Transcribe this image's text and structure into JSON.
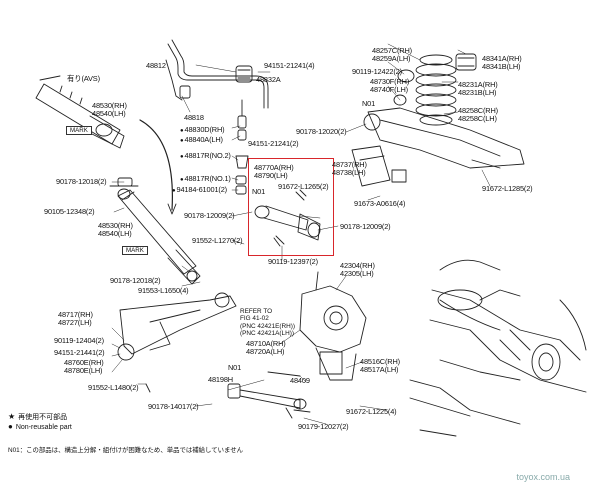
{
  "labels": {
    "p48812": "48812",
    "p48832a": "48832A",
    "p48818": "48818",
    "p94151_21241_4": "94151-21241(4)",
    "avs_note": "有り(AVS)",
    "p48530": "48530(RH)\n48540(LH)",
    "p48830d": "48830D(RH)",
    "p48840a": "48840A(LH)",
    "p94151_21241_2": "94151-21241(2)",
    "p48817r_no2": "48817R(NO.2)",
    "p48817r_no1": "48817R(NO.1)",
    "p94184": "94184-61001(2)",
    "p90178_12018_2a": "90178-12018(2)",
    "p90105": "90105-12348(2)",
    "p48530b": "48530(RH)\n48540(LH)",
    "p90178_12009_2a": "90178-12009(2)",
    "p91552_11270": "91552-L1270(2)",
    "p90178_12018_2b": "90178-12018(2)",
    "p91553": "91553-L1650(4)",
    "p48770a": "48770A(RH)\n48790(LH)",
    "n01_a": "N01",
    "p91672_11265": "91672-L1265(2)",
    "p90119_12397": "90119-12397(2)",
    "p90178_12009_2b": "90178-12009(2)",
    "p48257c": "48257C(RH)\n48259A(LH)",
    "p90119_12422": "90119-12422(2)",
    "p48730f": "48730F(RH)\n48740F(LH)",
    "n01_b": "N01",
    "p48341a": "48341A(RH)\n48341B(LH)",
    "p48231a": "48231A(RH)\n48231B(LH)",
    "p48258c": "48258C(RH)\n48258C(LH)",
    "p90178_12020": "90178-12020(2)",
    "p48737": "48737(RH)\n48738(LH)",
    "p91673": "91673-A0616(4)",
    "p91672_11285": "91672-L1285(2)",
    "p48717": "48717(RH)\n48727(LH)",
    "p90119_12404": "90119-12404(2)",
    "p94151_21441": "94151-21441(2)",
    "p48760e": "48760E(RH)\n48780E(LH)",
    "p91552_11480": "91552-L1480(2)",
    "p90178_14017": "90178-14017(2)",
    "p48710a": "48710A(RH)\n48720A(LH)",
    "p48198h": "48198H",
    "n01_c": "N01",
    "p48409": "48409",
    "p42304": "42304(RH)\n42305(LH)",
    "p48516c": "48516C(RH)\n48517A(LH)",
    "p90179_12027": "90179-12027(2)",
    "p91672_11225": "91672-L1225(4)"
  },
  "marks": {
    "mark1": "MARK",
    "mark2": "MARK"
  },
  "refer": "REFER TO\nFIG 41-02\n(PNC 42421E(RH))\n(PNC 42421A(LH))",
  "legend": {
    "star_text": "再使用不可部品",
    "dot_text": "Non-reusable part"
  },
  "note": "N01：この部品は、構造上分解・組付けが困難なため、単品では補給していません",
  "watermark": "toyox.com.ua",
  "colors": {
    "highlight": "#d8262b",
    "line": "#222222"
  }
}
